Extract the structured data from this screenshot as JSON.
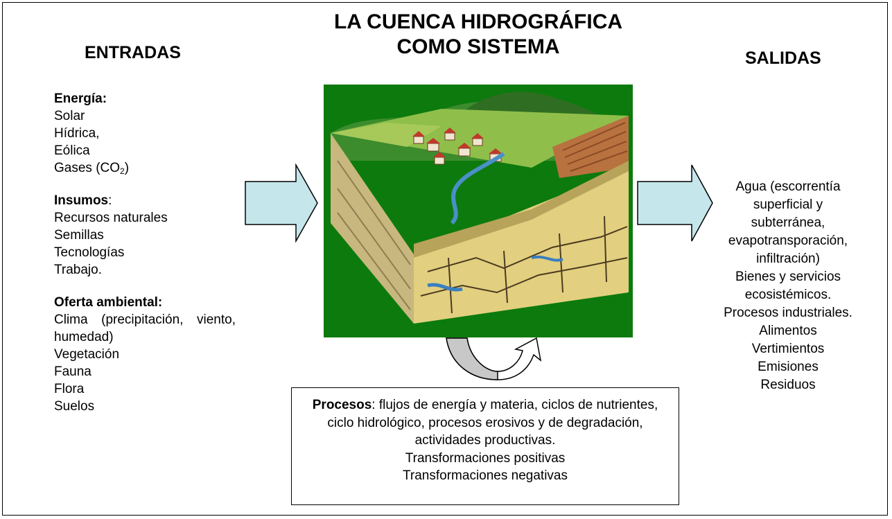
{
  "title": {
    "line1": "LA CUENCA HIDROGRÁFICA",
    "line2": "COMO SISTEMA"
  },
  "entradas": {
    "heading": "ENTRADAS",
    "energia": {
      "title": "Energía:",
      "items": [
        "Solar",
        "Hídrica,",
        "Eólica"
      ],
      "gases_prefix": "Gases (CO",
      "gases_sub": "2",
      "gases_suffix": ")"
    },
    "insumos": {
      "title": "Insumos",
      "colon": ":",
      "items": [
        "Recursos naturales",
        "Semillas",
        "Tecnologías",
        "Trabajo."
      ]
    },
    "oferta": {
      "title": "Oferta ambiental:",
      "clima": "Clima (precipitación, viento, humedad)",
      "items": [
        "Vegetación",
        "Fauna",
        "Flora",
        "Suelos"
      ]
    }
  },
  "salidas": {
    "heading": "SALIDAS",
    "items": [
      "Agua (escorrentía",
      "superficial y",
      "subterránea,",
      "evapotransporación,",
      "infiltración)",
      "Bienes y servicios",
      "ecosistémicos.",
      "Procesos industriales.",
      "Alimentos",
      "Vertimientos",
      "Emisiones",
      "Residuos"
    ]
  },
  "procesos": {
    "label": "Procesos",
    "text": ": flujos de energía y materia, ciclos de nutrientes, ciclo hidrológico, procesos erosivos y de degradación, actividades productivas.",
    "line2": "Transformaciones positivas",
    "line3": "Transformaciones negativas"
  },
  "icons": {
    "input_arrow": "right-arrow-icon",
    "output_arrow": "right-arrow-icon",
    "cycle": "cycle-arrow-icon",
    "image": "watershed-block-illustration"
  },
  "colors": {
    "arrow_fill": "#c5e6ea",
    "image_background": "#0d7a0d",
    "cycle_fill": "#c8c8c8"
  }
}
